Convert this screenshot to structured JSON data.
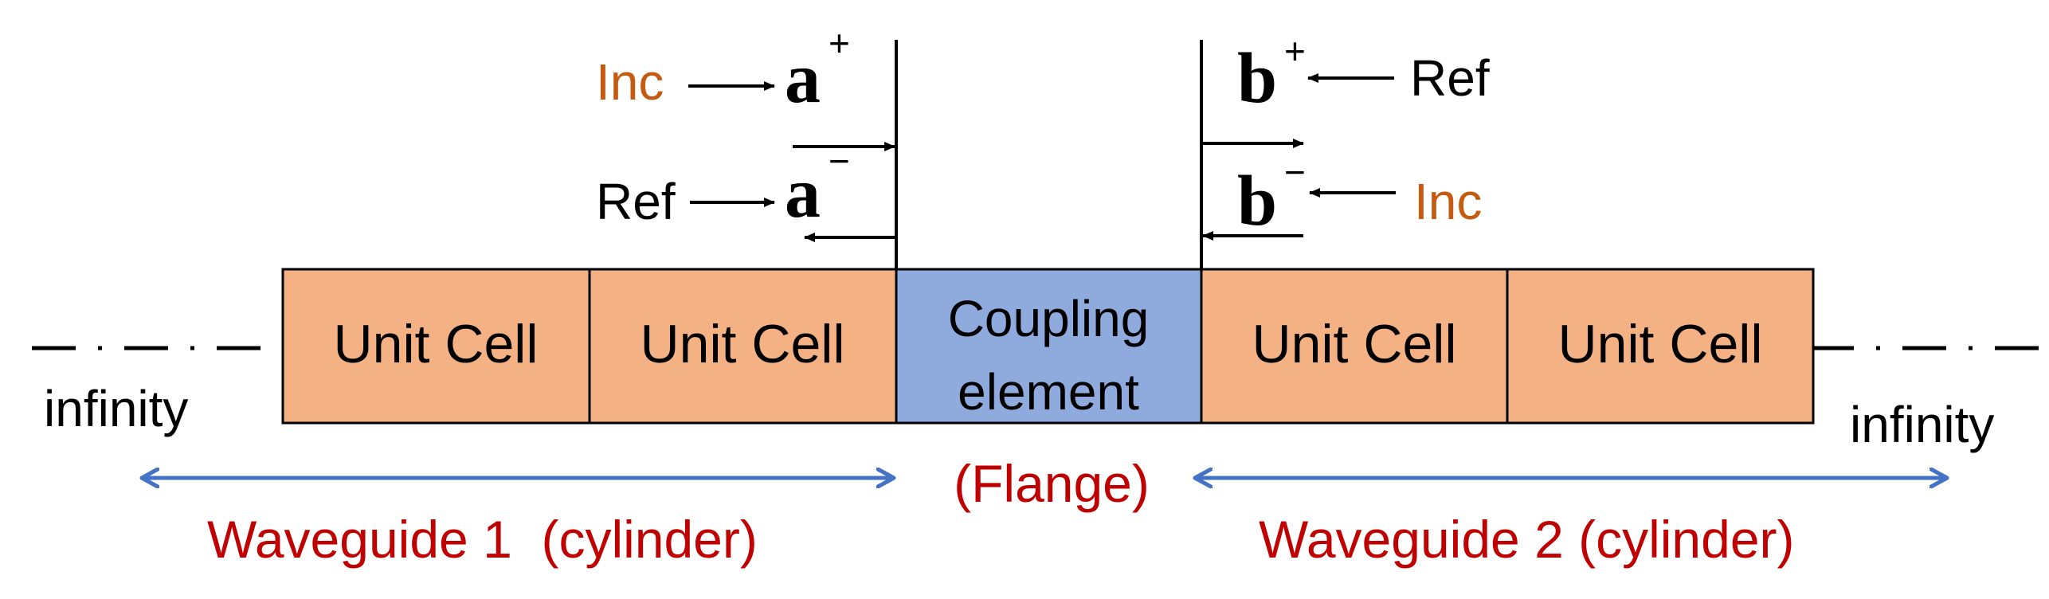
{
  "colors": {
    "cell_fill": "#F4B183",
    "coupling_fill": "#8FAADC",
    "waveguide_label": "#C00000",
    "inc_label": "#C55A11",
    "span_arrow": "#4472C4",
    "line": "#000000"
  },
  "cells": [
    {
      "label": "Unit Cell"
    },
    {
      "label": "Unit Cell"
    },
    {
      "label": "Unit Cell"
    },
    {
      "label": "Unit Cell"
    }
  ],
  "coupling": {
    "line1": "Coupling",
    "line2": "element"
  },
  "flange": "(Flange)",
  "infinity_left": "infinity",
  "infinity_right": "infinity",
  "waveguide1": "Waveguide 1  (cylinder)",
  "waveguide2": "Waveguide 2 (cylinder)",
  "left_port": {
    "inc": "Inc",
    "ref": "Ref",
    "a": "a",
    "plus": "+",
    "minus": "−"
  },
  "right_port": {
    "inc": "Inc",
    "ref": "Ref",
    "b": "b",
    "plus": "+",
    "minus": "−"
  }
}
